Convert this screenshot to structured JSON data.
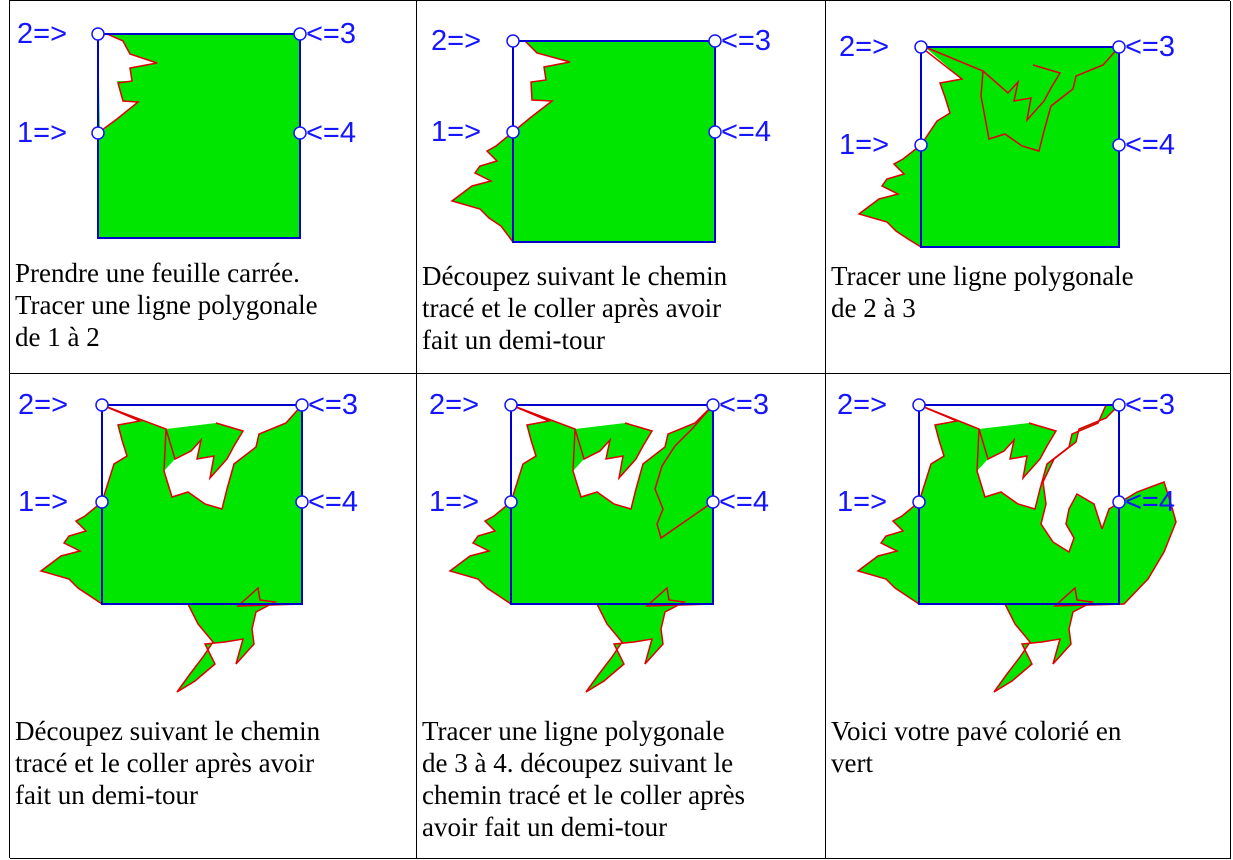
{
  "labels": {
    "p1": "1=>",
    "p2": "2=>",
    "p3": "<=3",
    "p4": "<=4"
  },
  "panels": [
    {
      "caption": "Prendre une feuille carrée.\nTracer une ligne polygonale\nde 1 à 2"
    },
    {
      "caption": "Découpez suivant le chemin\ntracé et le coller après avoir\nfait un demi-tour"
    },
    {
      "caption": "Tracer une ligne polygonale\nde 2 à 3"
    },
    {
      "caption": "Découpez suivant le chemin\ntracé et le coller après avoir\nfait un demi-tour"
    },
    {
      "caption": "Tracer une ligne polygonale\nde 3 à 4. découpez suivant le\nchemin tracé et le coller après\navoir fait un demi-tour"
    },
    {
      "caption": "Voici votre pavé colorié en\nvert"
    }
  ],
  "colors": {
    "fill": "#00e600",
    "square": "#0000cc",
    "cut_line": "#e00000",
    "marker": "#1515ff"
  }
}
